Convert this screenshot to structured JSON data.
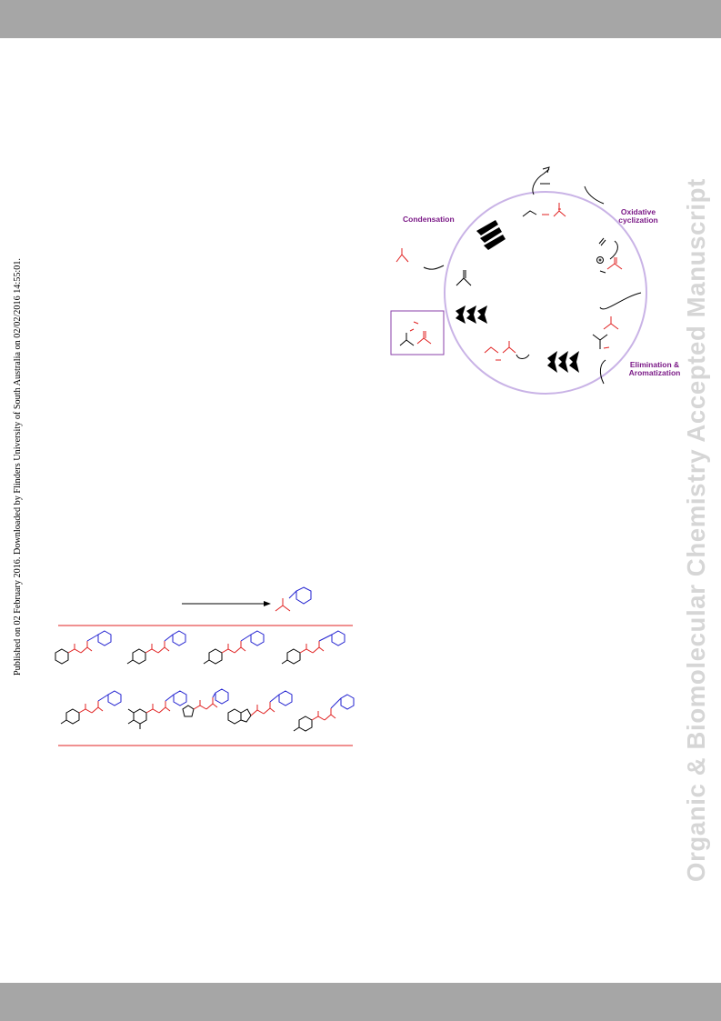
{
  "page": {
    "published_note": "Published on 02 February 2016. Downloaded by Flinders University of South Australia on 02/02/2016 14:55:01.",
    "journal_watermark": "Organic & Biomolecular Chemistry Accepted Manuscript"
  },
  "mechanism_figure": {
    "step_labels": {
      "condensation": "Condensation",
      "oxidative_cyclization_line1": "Oxidative",
      "oxidative_cyclization_line2": "cyclization",
      "elimination_line1": "Elimination &",
      "elimination_line2": "Aromatization"
    },
    "cycle_color": "#c9b3e6",
    "product_box_color": "#8a3fa8",
    "label_color": "#7b1a87"
  },
  "substrate_table": {
    "rule_color": "#e02020",
    "heteroatom_color": "#e02020",
    "benzyl_color": "#2020d0",
    "rows": [
      4,
      5
    ]
  }
}
